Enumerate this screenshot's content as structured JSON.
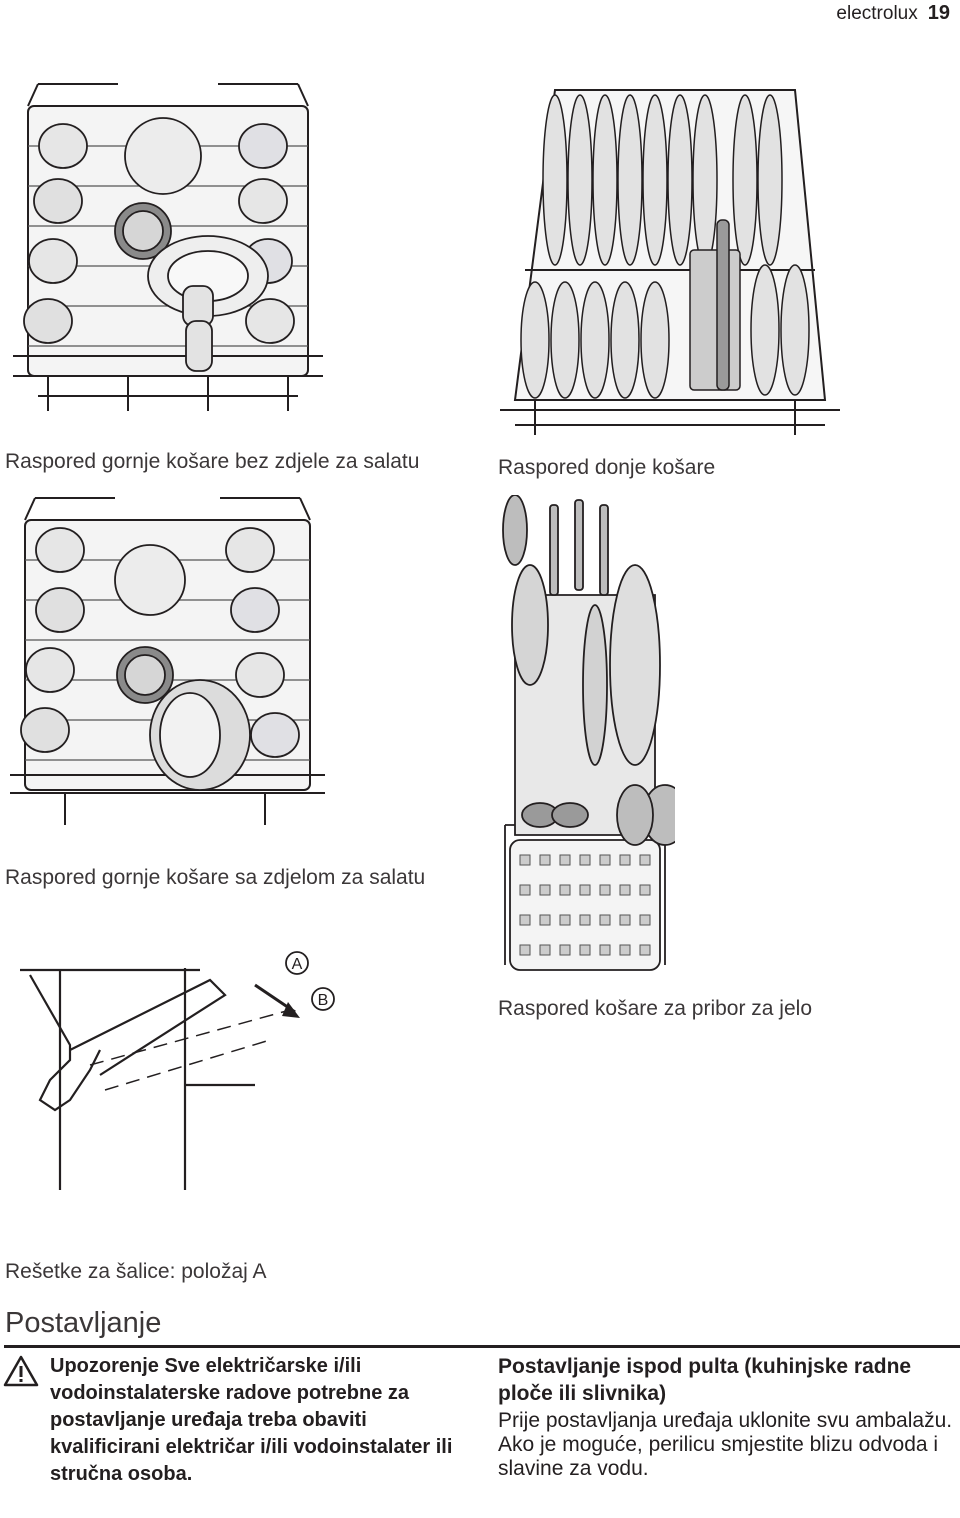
{
  "header": {
    "brand": "electrolux",
    "page": "19"
  },
  "figures": {
    "upper_no_bowl": {
      "caption": "Raspored gornje košare bez zdjele za salatu"
    },
    "lower_basket": {
      "caption": "Raspored donje košare"
    },
    "upper_bowl": {
      "caption": "Raspored gornje košare sa zdjelom za salatu"
    },
    "cutlery": {
      "caption": "Raspored košare za pribor za jelo"
    },
    "cup_racks": {
      "caption": "Rešetke za šalice: položaj A",
      "label_a": "A",
      "label_b": "B"
    }
  },
  "section": {
    "title": "Postavljanje",
    "warning_icon": "warning-triangle-icon",
    "warning": "Upozorenje Sve električarske i/ili vodoinstalaterske radove potrebne za postavljanje uređaja treba obaviti kvalificirani električar i/ili vodoinstalater ili stručna osoba.",
    "subheading": "Postavljanje ispod pulta (kuhinjske radne ploče ili slivnika)",
    "para1": "Prije postavljanja uređaja uklonite svu ambalažu.",
    "para2": "Ako je moguće, perilicu smjestite blizu odvoda i slavine za vodu."
  }
}
